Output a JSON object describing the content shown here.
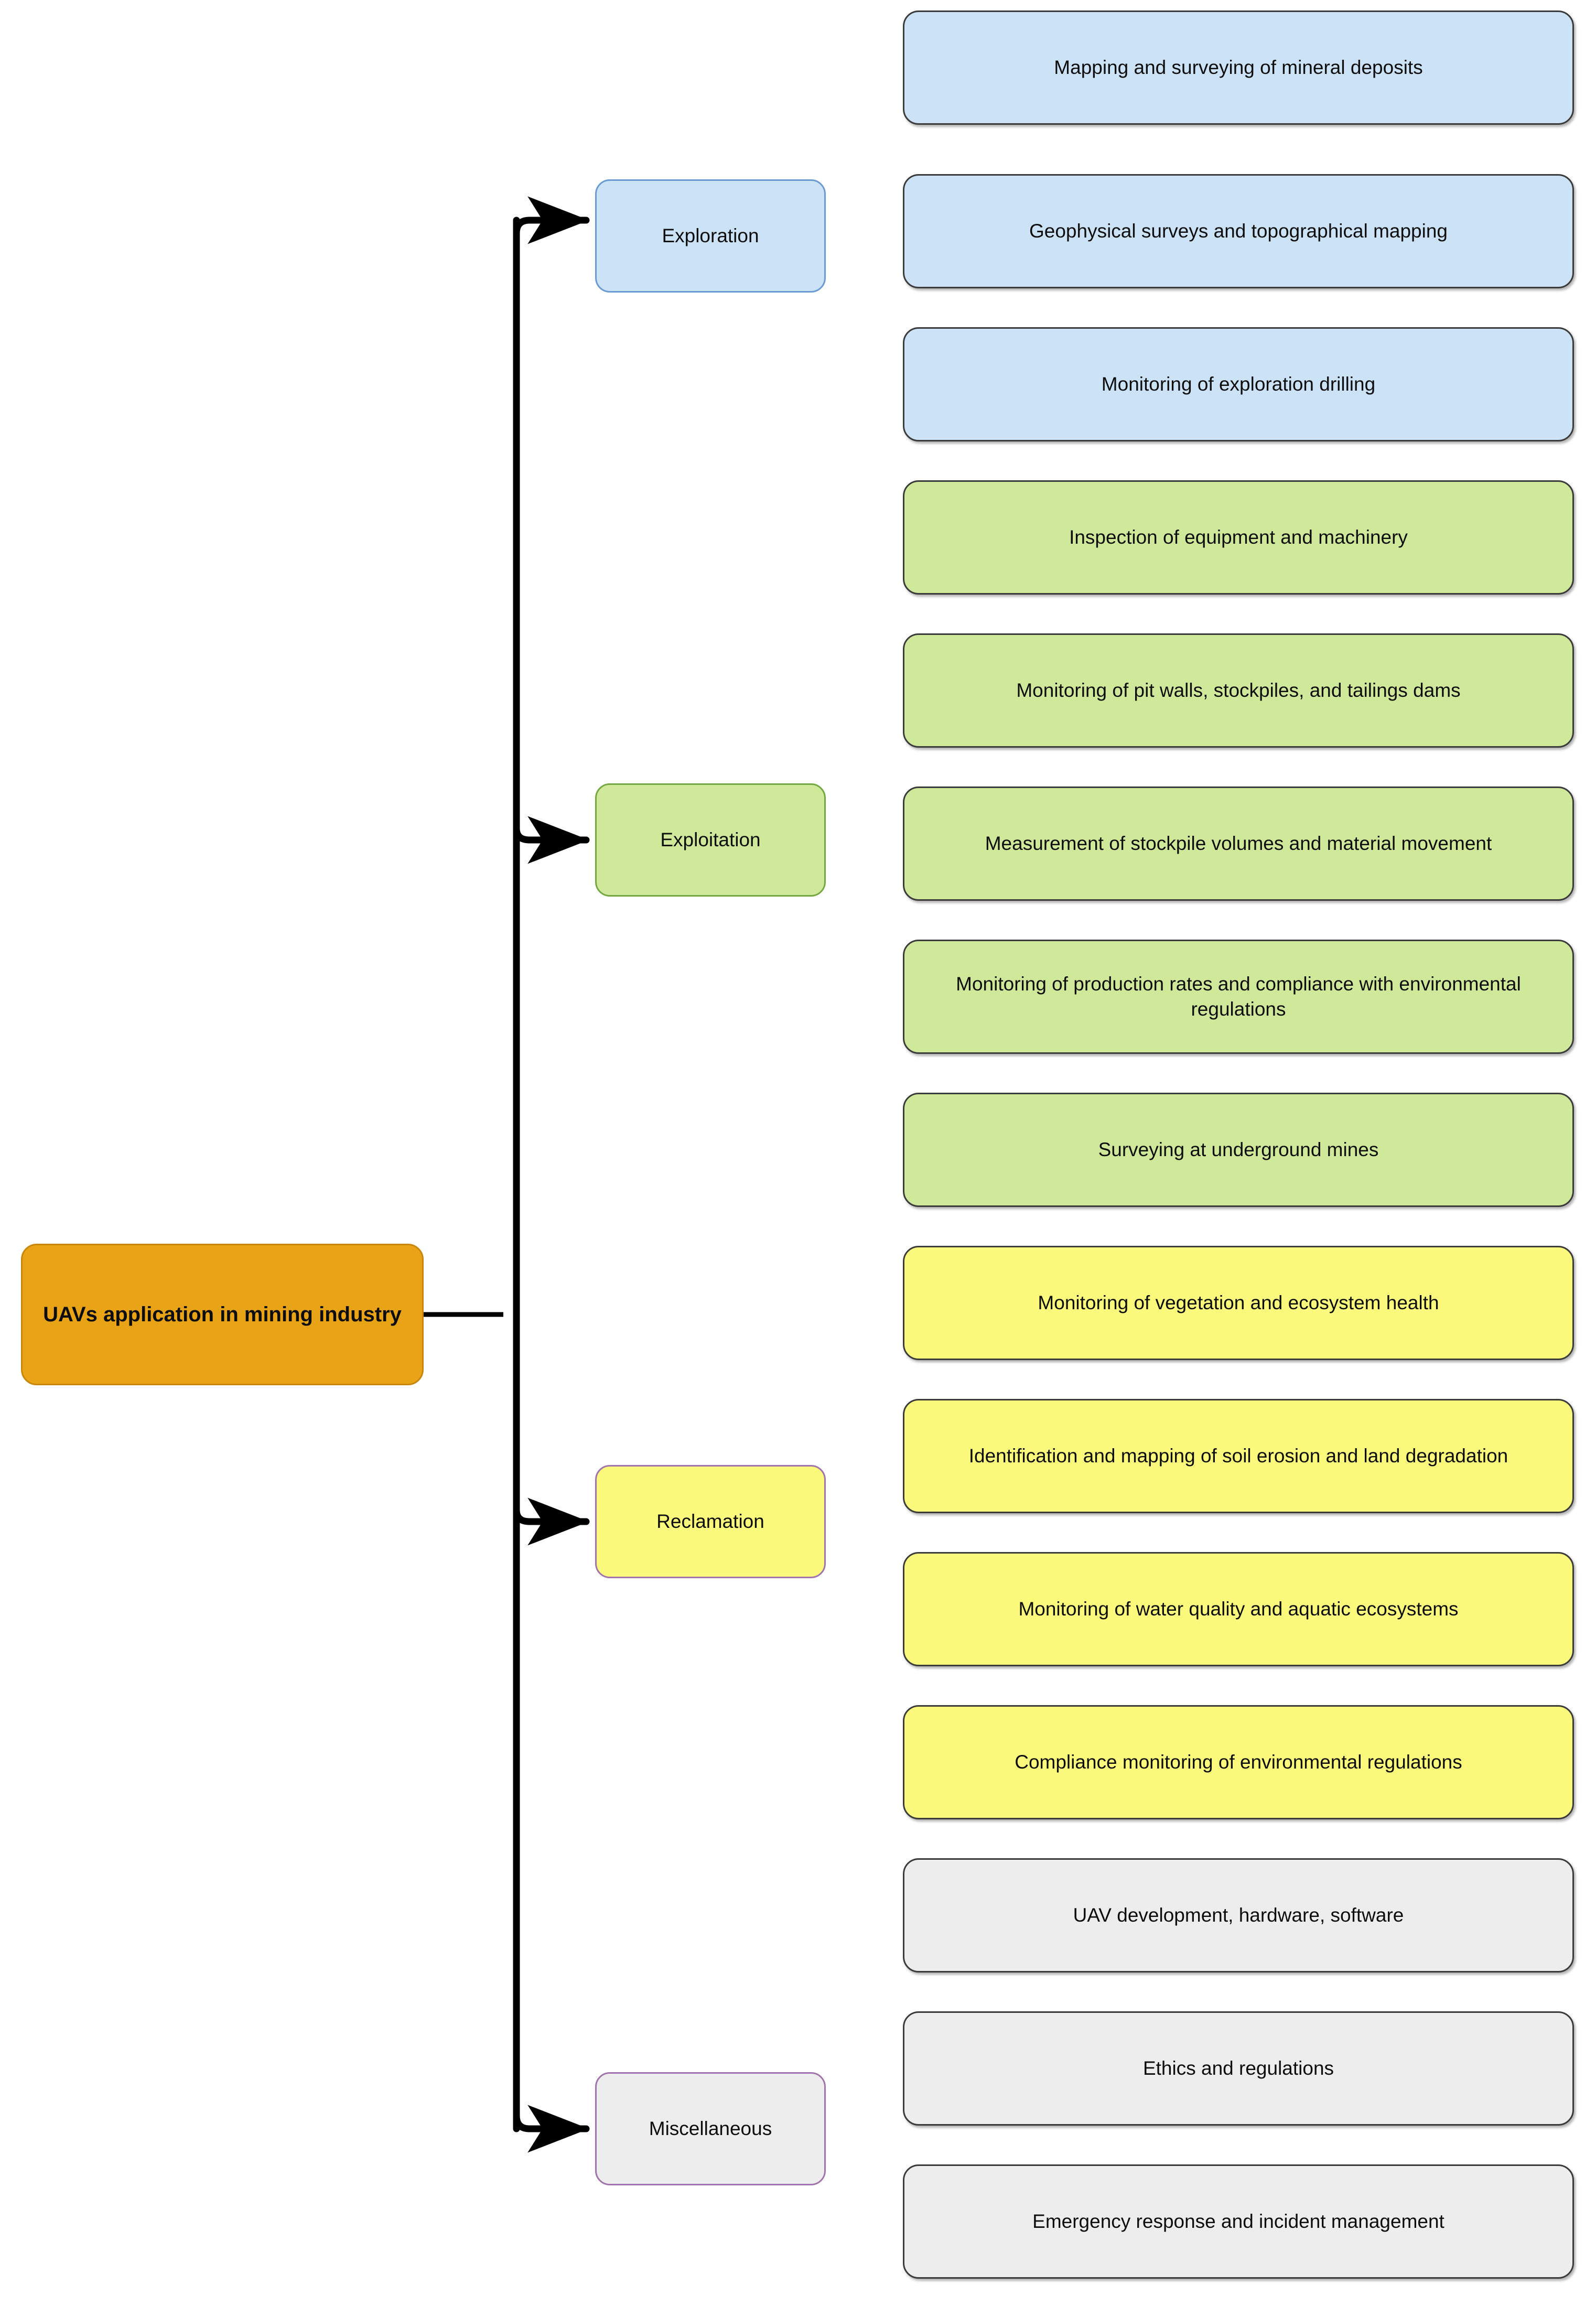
{
  "diagram": {
    "title": "UAVs application in mining industry",
    "type": "mind-map",
    "root": {
      "label": "UAVs application in mining industry",
      "fill": "#e8a317",
      "stroke": "#c8870c",
      "text_color": "#000000"
    },
    "palette": {
      "blue_fill": "#cce2f7",
      "blue_stroke": "#3b3b3b",
      "blue_cat_stroke": "#6c9bd2",
      "green_fill": "#cfe89a",
      "green_stroke": "#3b3b3b",
      "green_cat_stroke": "#76a842",
      "yellow_fill": "#fbfa7c",
      "yellow_stroke": "#3b3b3b",
      "purple_cat_stroke": "#a274ad",
      "gray_fill": "#ededed",
      "gray_stroke": "#3b3b3b",
      "edge_color": "#000000"
    },
    "categories": [
      {
        "label": "Exploration",
        "fill": "#cce2f7",
        "stroke": "#6c9bd2",
        "leaf_fill": "#cce2f7",
        "leaf_stroke": "#3b3b3b",
        "leaves": [
          "Mapping and surveying of mineral deposits",
          "Geophysical surveys and topographical mapping",
          "Monitoring of exploration drilling"
        ]
      },
      {
        "label": "Exploitation",
        "fill": "#cfe89a",
        "stroke": "#76a842",
        "leaf_fill": "#cfe89a",
        "leaf_stroke": "#3b3b3b",
        "leaves": [
          "Inspection of equipment and machinery",
          "Monitoring of pit walls, stockpiles, and tailings dams",
          "Measurement of stockpile volumes and material movement",
          "Monitoring of production rates and compliance with environmental regulations",
          "Surveying at underground mines"
        ]
      },
      {
        "label": "Reclamation",
        "fill": "#fbfa7c",
        "stroke": "#a274ad",
        "leaf_fill": "#fbfa7c",
        "leaf_stroke": "#3b3b3b",
        "leaves": [
          "Monitoring of vegetation and ecosystem health",
          "Identification and mapping of soil erosion and land degradation",
          "Monitoring of water quality and aquatic ecosystems",
          "Compliance monitoring of environmental regulations"
        ]
      },
      {
        "label": "Miscellaneous",
        "fill": "#ededed",
        "stroke": "#a274ad",
        "leaf_fill": "#ededed",
        "leaf_stroke": "#3b3b3b",
        "leaves": [
          "UAV development, hardware, software",
          "Ethics and regulations",
          "Emergency response and incident management"
        ]
      }
    ]
  }
}
